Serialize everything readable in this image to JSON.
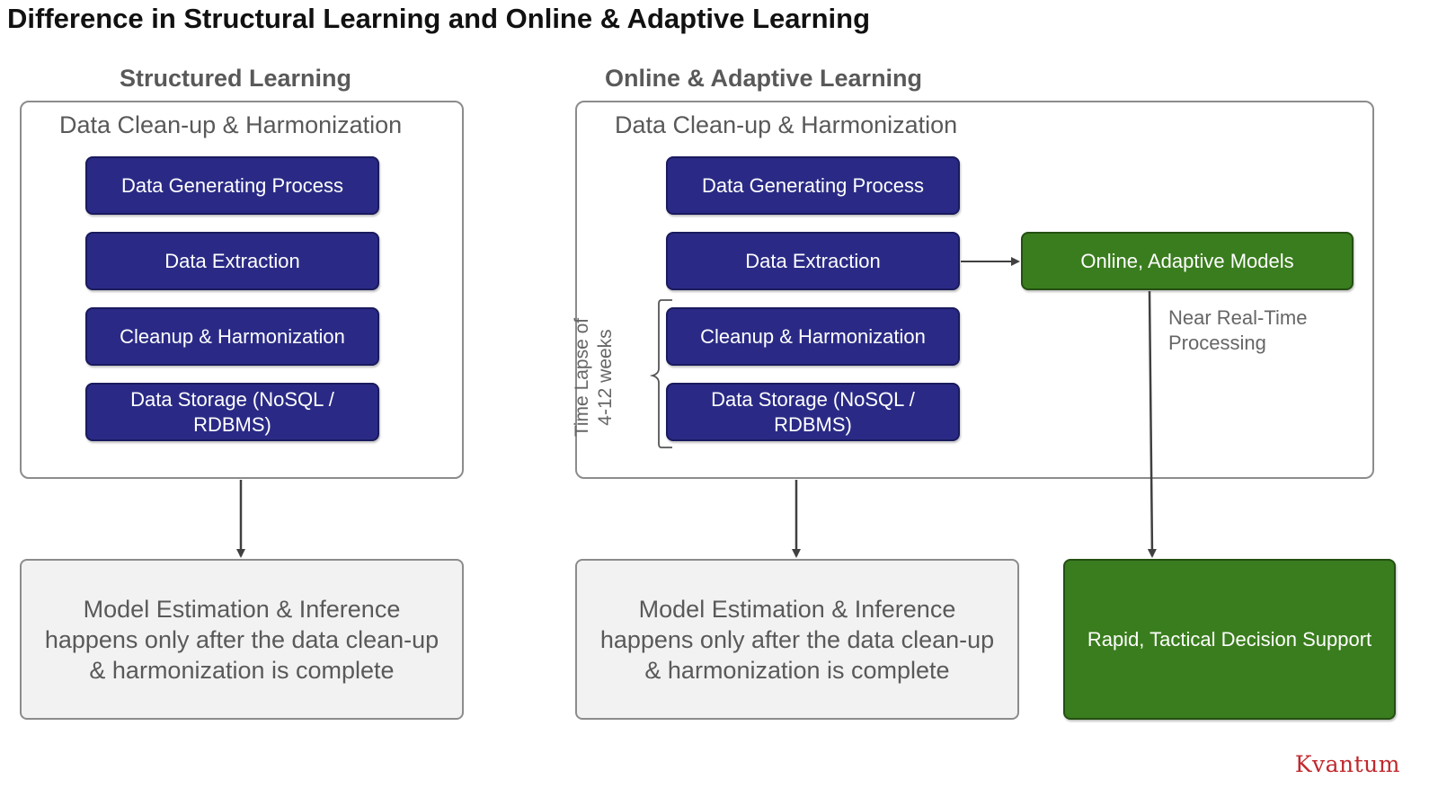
{
  "title": "Difference in Structural Learning and Online & Adaptive Learning",
  "structured": {
    "heading": "Structured Learning",
    "group_title": "Data Clean-up & Harmonization",
    "steps": [
      "Data Generating Process",
      "Data Extraction",
      "Cleanup & Harmonization",
      "Data Storage (NoSQL / RDBMS)"
    ],
    "result": "Model Estimation & Inference happens only after the data clean-up & harmonization is complete"
  },
  "online": {
    "heading": "Online & Adaptive Learning",
    "group_title": "Data Clean-up & Harmonization",
    "steps": [
      "Data Generating Process",
      "Data Extraction",
      "Cleanup & Harmonization",
      "Data Storage (NoSQL / RDBMS)"
    ],
    "time_lapse_label": "Time Lapse of 4-12 weeks",
    "adaptive_models": "Online, Adaptive Models",
    "processing_note": "Near Real-Time Processing",
    "result": "Model Estimation & Inference happens only after the data clean-up & harmonization is complete",
    "decision_support": "Rapid, Tactical Decision Support"
  },
  "brand": "Kvantum",
  "colors": {
    "step_fill": "#2a2a86",
    "green_fill": "#3a7d1e",
    "gray_fill": "#f2f2f2",
    "brand": "#c0282d"
  }
}
